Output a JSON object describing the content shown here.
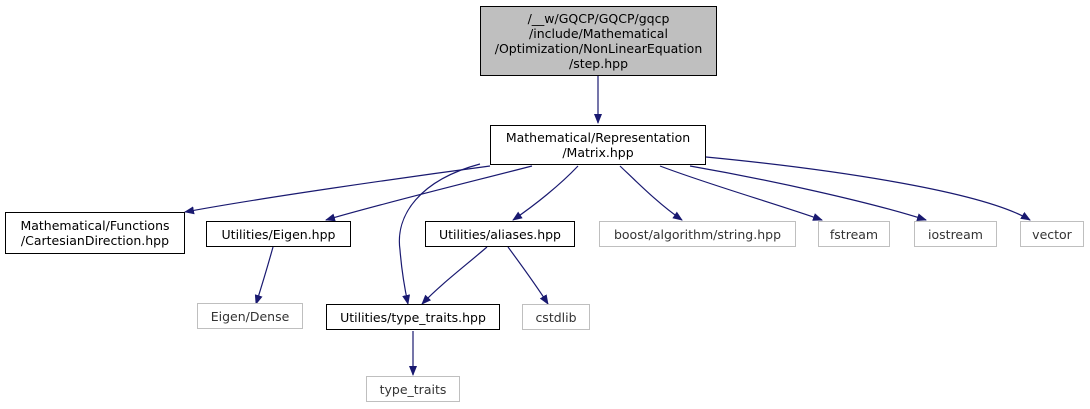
{
  "colors": {
    "edge": "#191970",
    "root_fill": "#bfbfbf",
    "external_border": "#bfbfbf",
    "doc_border": "#000000"
  },
  "nodes": {
    "root": {
      "lines": [
        "/__w/GQCP/GQCP/gqcp",
        "/include/Mathematical",
        "/Optimization/NonLinearEquation",
        "/step.hpp"
      ]
    },
    "matrix": {
      "lines": [
        "Mathematical/Representation",
        "/Matrix.hpp"
      ]
    },
    "cartesian": {
      "lines": [
        "Mathematical/Functions",
        "/CartesianDirection.hpp"
      ]
    },
    "eigen": {
      "lines": [
        "Utilities/Eigen.hpp"
      ]
    },
    "aliases": {
      "lines": [
        "Utilities/aliases.hpp"
      ]
    },
    "boost_string": {
      "lines": [
        "boost/algorithm/string.hpp"
      ]
    },
    "fstream": {
      "lines": [
        "fstream"
      ]
    },
    "iostream": {
      "lines": [
        "iostream"
      ]
    },
    "vector": {
      "lines": [
        "vector"
      ]
    },
    "eigen_dense": {
      "lines": [
        "Eigen/Dense"
      ]
    },
    "type_traits_hpp": {
      "lines": [
        "Utilities/type_traits.hpp"
      ]
    },
    "cstdlib": {
      "lines": [
        "cstdlib"
      ]
    },
    "type_traits": {
      "lines": [
        "type_traits"
      ]
    }
  }
}
